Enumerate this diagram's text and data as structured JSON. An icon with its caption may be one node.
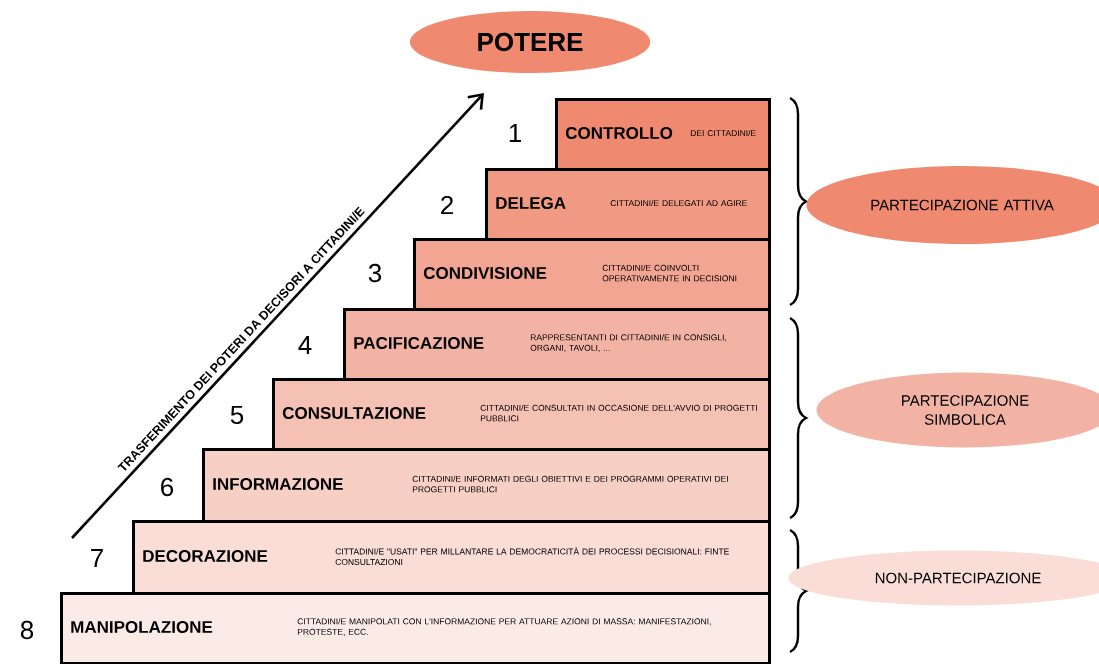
{
  "diagram": {
    "nodes": [
      {
        "text": [
          "POTERE"
        ]
      },
      {
        "text": [
          "CONTROLLO",
          "DEI CITTADINI/E"
        ],
        "beside": [
          "1"
        ]
      },
      {
        "text": [
          "DELEGA",
          "CITTADINI/E DELEGATI AD AGIRE"
        ],
        "beside": [
          "2"
        ]
      },
      {
        "text": [
          "CONDIVISIONE",
          "CITTADINI/E COINVOLTI OPERATIVAMENTE IN DECISIONI"
        ],
        "beside": [
          "3"
        ]
      },
      {
        "text": [
          "PACIFICAZIONE",
          "RAPPRESENTANTI DI CITTADINI/E IN CONSIGLI, ORGANI, TAVOLI, ..."
        ],
        "beside": [
          "4"
        ]
      },
      {
        "text": [
          "CONSULTAZIONE",
          "CITTADINI/E CONSULTATI IN OCCASIONE DELL'AVVIO DI PROGETTI PUBBLICI"
        ],
        "beside": [
          "5"
        ]
      },
      {
        "text": [
          "INFORMAZIONE",
          "CITTADINI/E INFORMATI DEGLI OBIETTIVI E DEI PROGRAMMI OPERATIVI DEI PROGETTI PUBBLICI"
        ],
        "beside": [
          "6"
        ]
      },
      {
        "text": [
          "DECORAZIONE",
          "CITTADINI/E \"USATI\" PER MILLANTARE LA DEMOCRATICITÀ DEI PROCESSI DECISIONALI: FINTE CONSULTAZIONI"
        ],
        "beside": [
          "7"
        ]
      },
      {
        "text": [
          "MANIPOLAZIONE",
          "CITTADINI/E MANIPOLATI CON L'INFORMAZIONE PER ATTUARE AZIONI DI MASSA: MANIFESTAZIONI, PROTESTE, ECC."
        ],
        "beside": [
          "8"
        ]
      },
      {
        "text": [
          "PARTECIPAZIONE ATTIVA"
        ]
      },
      {
        "text": [
          "PARTECIPAZIONE SIMBOLICA"
        ]
      },
      {
        "text": [
          "NON-PARTECIPAZIONE"
        ]
      }
    ],
    "labels": [
      "TRASFERIMENTO DEI POTERI DA DECISORI A CITTADINI/E"
    ]
  }
}
